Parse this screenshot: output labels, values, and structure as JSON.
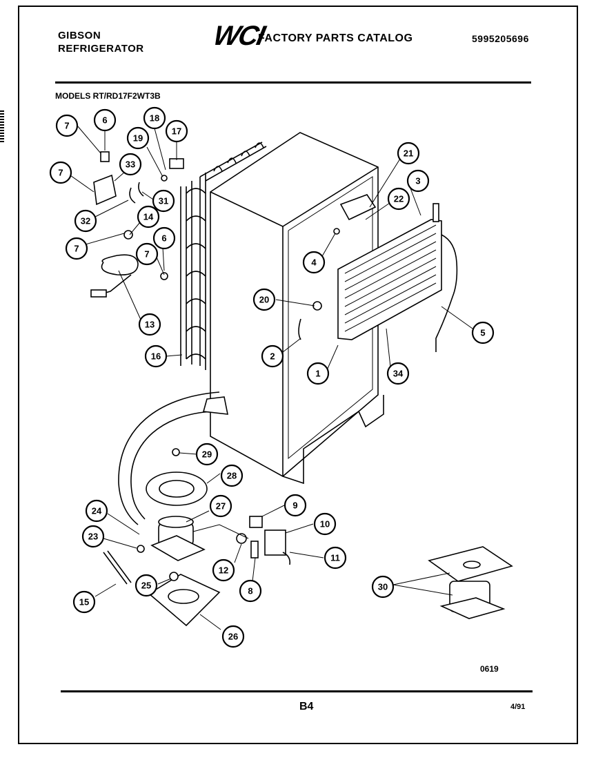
{
  "header": {
    "brand_line1": "GIBSON",
    "brand_line2": "REFRIGERATOR",
    "logo": "WCI",
    "catalog_title": "FACTORY PARTS CATALOG",
    "part_number": "5995205696"
  },
  "models": "MODELS RT/RD17F2WT3B",
  "footer": {
    "code": "0619",
    "page": "B4",
    "date": "4/91"
  },
  "callouts": [
    "7",
    "6",
    "18",
    "17",
    "19",
    "33",
    "7",
    "31",
    "32",
    "14",
    "7",
    "7",
    "6",
    "13",
    "16",
    "21",
    "22",
    "3",
    "4",
    "20",
    "2",
    "1",
    "34",
    "5",
    "29",
    "28",
    "27",
    "24",
    "23",
    "9",
    "10",
    "11",
    "12",
    "8",
    "25",
    "15",
    "26",
    "30"
  ]
}
